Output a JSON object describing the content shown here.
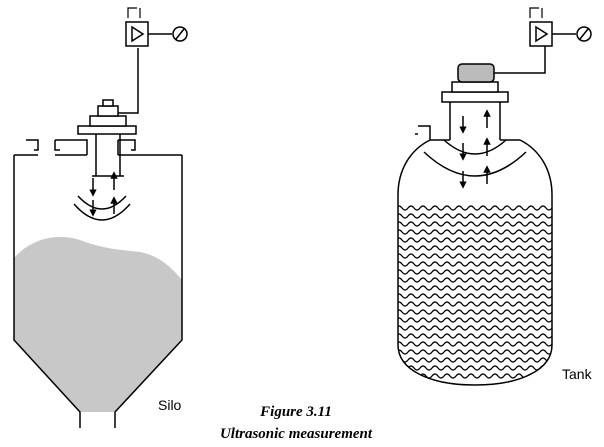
{
  "labels": {
    "silo": "Silo",
    "tank": "Tank"
  },
  "caption": {
    "figure_number": "Figure 3.11",
    "title": "Ultrasonic measurement"
  },
  "colors": {
    "line": "#000000",
    "solid_fill": "#c8c8c8",
    "background": "#ffffff"
  },
  "icons": [
    "amplifier-icon",
    "gauge-icon",
    "ultrasonic-sensor-icon",
    "sound-wave-icon"
  ]
}
